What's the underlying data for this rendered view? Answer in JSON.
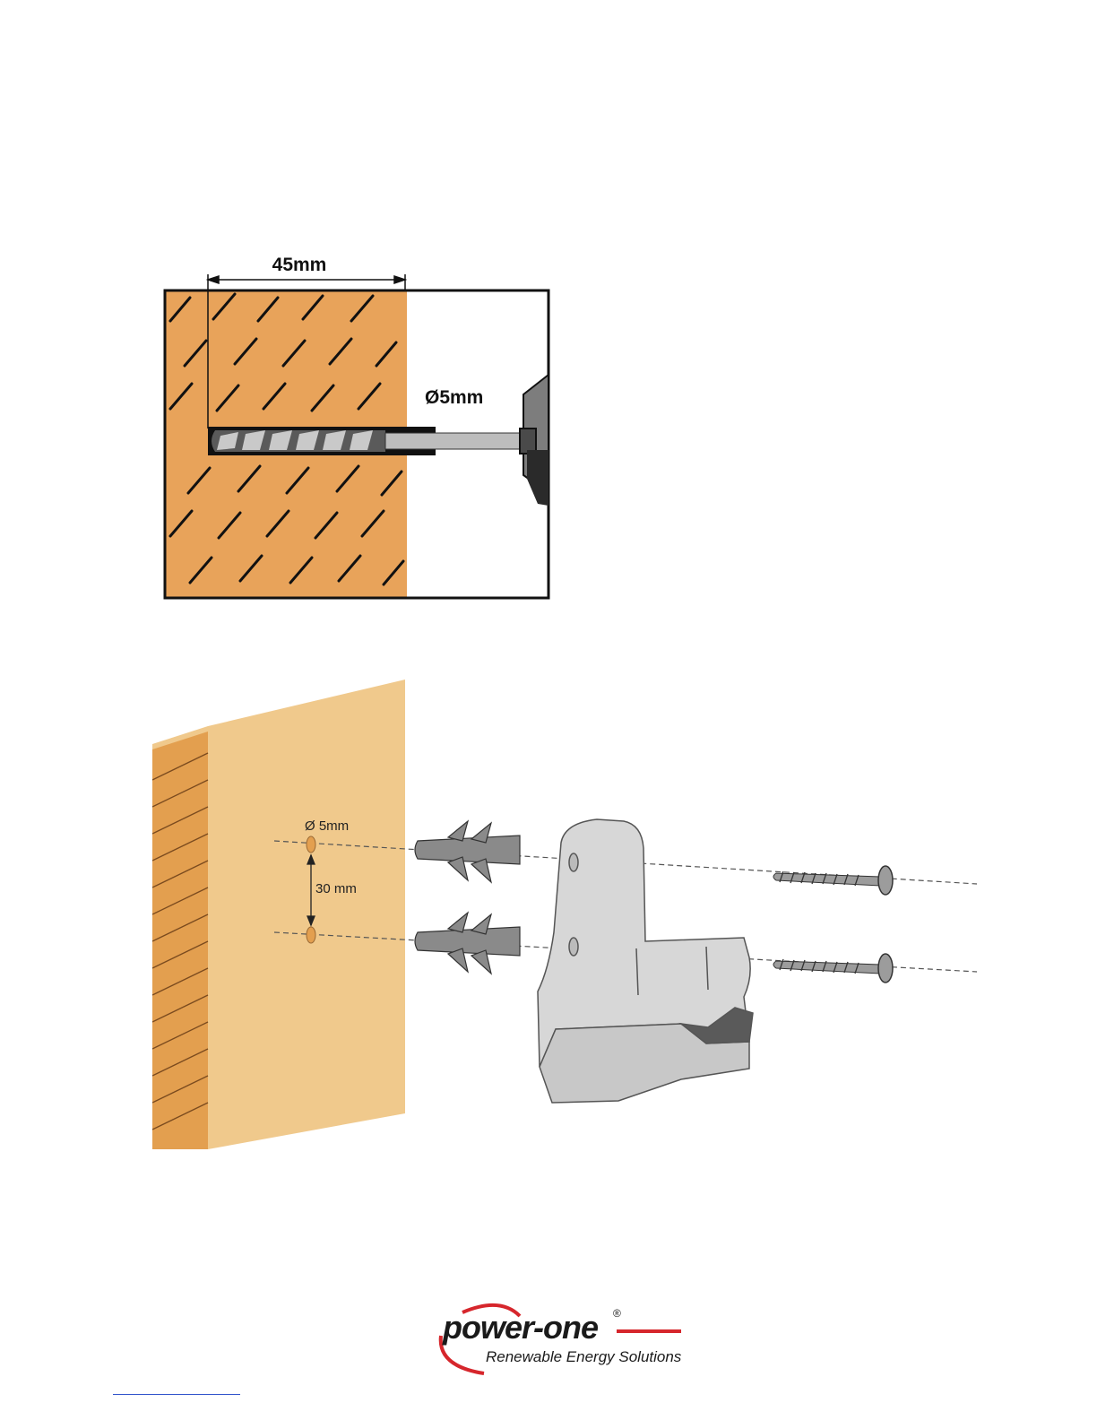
{
  "figure1": {
    "depth_label": "45mm",
    "diameter_label": "Ø5mm",
    "colors": {
      "wall": "#e8a35a",
      "outline": "#111111",
      "chuck": "#7d7d7d"
    }
  },
  "figure2": {
    "hole_diameter_label": "Ø 5mm",
    "spacing_label": "30 mm",
    "colors": {
      "wall_face": "#f0c98c",
      "wall_edge": "#e39f4f",
      "bracket": "#d7d7d7",
      "plug": "#8a8a8a"
    }
  },
  "footer": {
    "brand_name": "power-one",
    "registered_mark": "®",
    "tagline": "Renewable Energy Solutions",
    "colors": {
      "brand_text": "#1a1a1a",
      "brand_red": "#d6262c"
    }
  }
}
